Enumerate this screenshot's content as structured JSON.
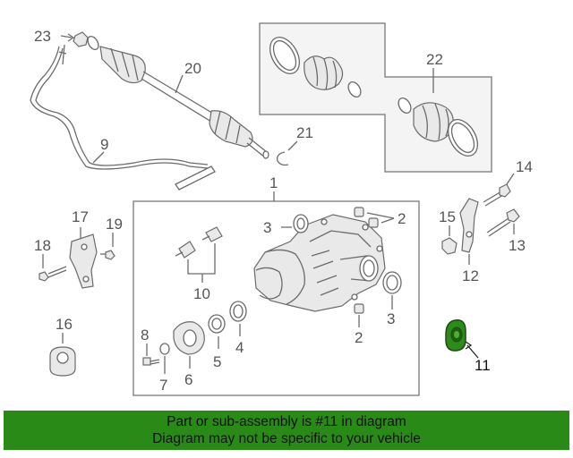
{
  "callouts": {
    "c1": "1",
    "c2a": "2",
    "c2b": "2",
    "c3a": "3",
    "c3b": "3",
    "c4": "4",
    "c5": "5",
    "c6": "6",
    "c7": "7",
    "c8": "8",
    "c9": "9",
    "c10": "10",
    "c11": "11",
    "c12": "12",
    "c13": "13",
    "c14": "14",
    "c15": "15",
    "c16": "16",
    "c17": "17",
    "c18": "18",
    "c19": "19",
    "c20": "20",
    "c21": "21",
    "c22": "22",
    "c23": "23"
  },
  "highlighted_part": "11",
  "colors": {
    "banner": "#2a8a17",
    "highlight_part": "#2e8a1a"
  },
  "banner": {
    "line1": "Part or sub-assembly is #11 in diagram",
    "line2": "Diagram may not be specific to your vehicle"
  }
}
